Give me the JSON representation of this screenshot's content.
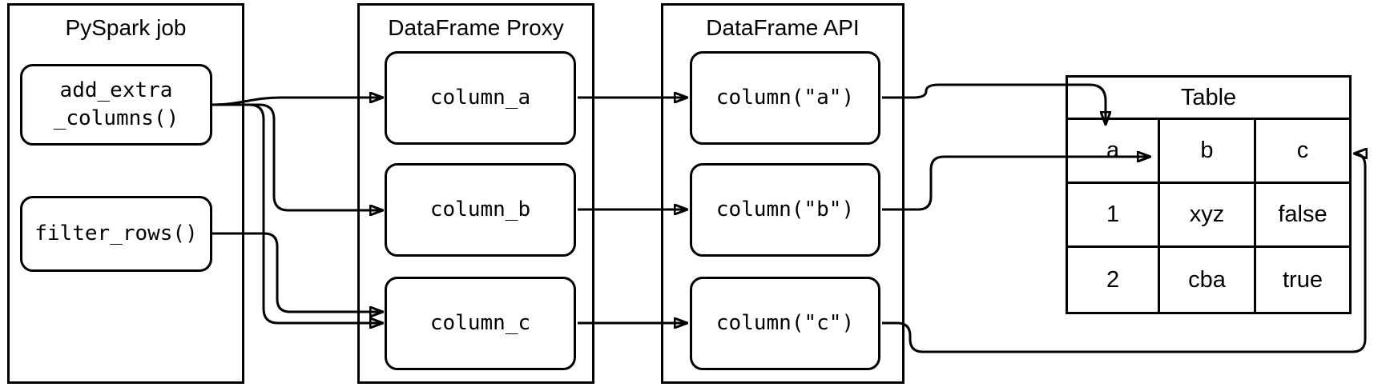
{
  "groups": {
    "pyspark_job": {
      "title": "PySpark job",
      "nodes": {
        "add_extra_columns": "add_extra\n_columns()",
        "filter_rows": "filter_rows()"
      }
    },
    "dataframe_proxy": {
      "title": "DataFrame Proxy",
      "nodes": {
        "column_a": "column_a",
        "column_b": "column_b",
        "column_c": "column_c"
      }
    },
    "dataframe_api": {
      "title": "DataFrame API",
      "nodes": {
        "column_a": "column(\"a\")",
        "column_b": "column(\"b\")",
        "column_c": "column(\"c\")"
      }
    }
  },
  "table": {
    "title": "Table",
    "headers": [
      "a",
      "b",
      "c"
    ],
    "rows": [
      [
        "1",
        "xyz",
        "false"
      ],
      [
        "2",
        "cba",
        "true"
      ]
    ]
  },
  "colors": {
    "stroke": "#000000",
    "background": "#ffffff"
  }
}
